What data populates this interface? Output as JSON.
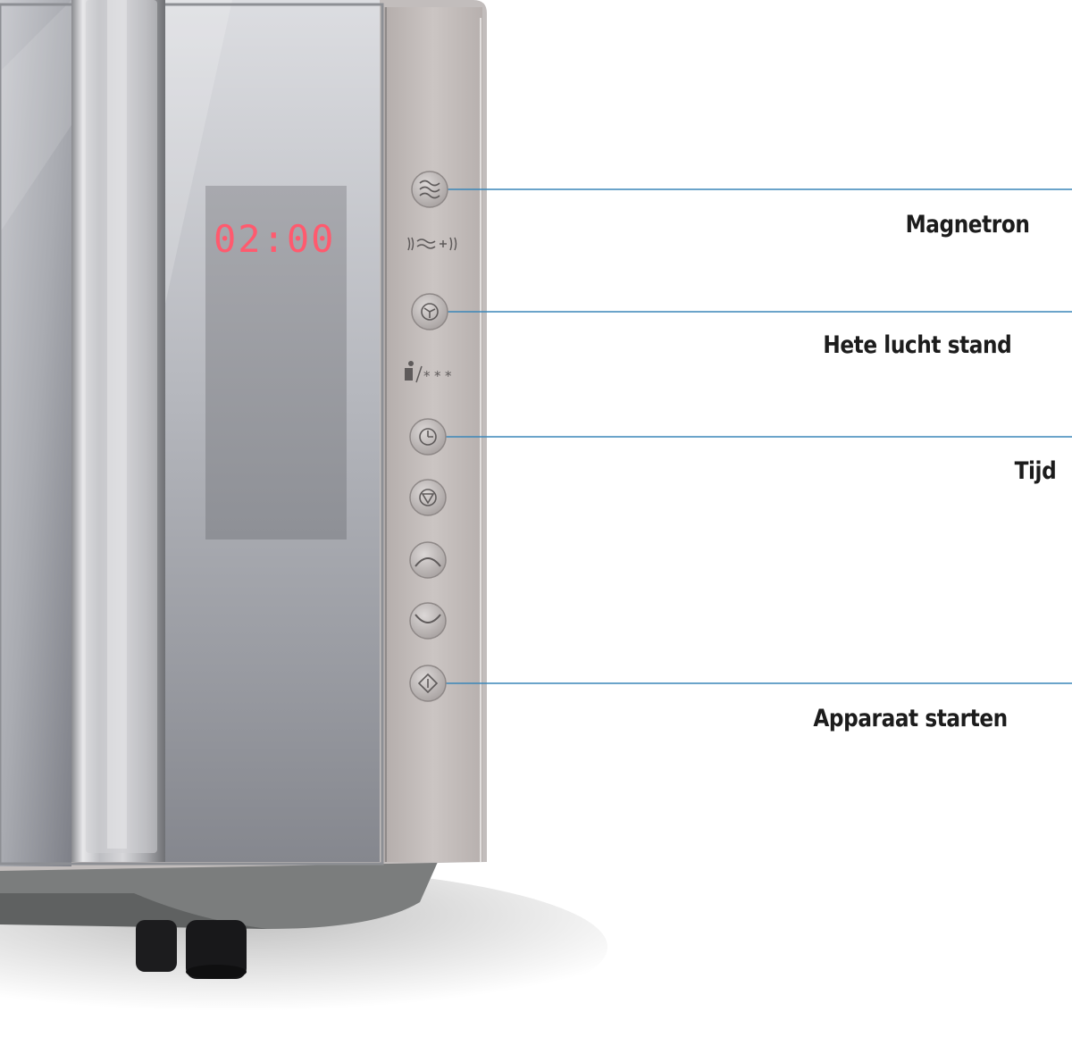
{
  "display": {
    "time": "02:00",
    "color": "#ff5a6e"
  },
  "callouts": [
    {
      "label": "Magnetron"
    },
    {
      "label": "Hete lucht stand"
    },
    {
      "label": "Tijd"
    },
    {
      "label": "Apparaat starten"
    }
  ],
  "buttons": [
    {
      "icon": "microwave-waves-icon"
    },
    {
      "icon": "grill-plus-microwave-icon"
    },
    {
      "icon": "convection-fan-icon"
    },
    {
      "icon": "auto-defrost-icon"
    },
    {
      "icon": "timer-icon"
    },
    {
      "icon": "stop-icon"
    },
    {
      "icon": "chevron-up-icon"
    },
    {
      "icon": "chevron-down-icon"
    },
    {
      "icon": "start-icon"
    }
  ],
  "colors": {
    "callout_line": "#3a86b8",
    "label_text": "#1c1c1c"
  }
}
